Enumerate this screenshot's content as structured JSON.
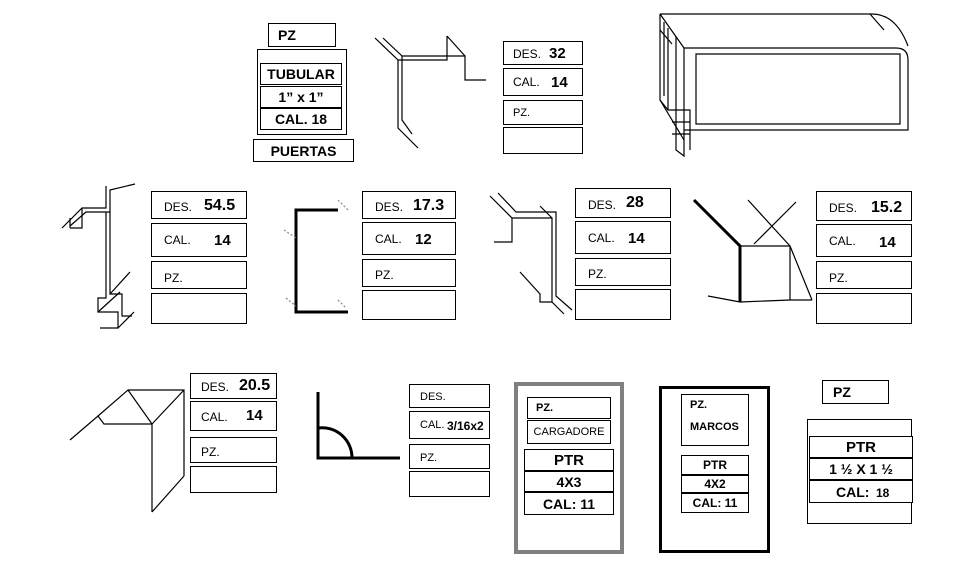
{
  "tubular_card": {
    "pz": "PZ",
    "line1": "TUBULAR",
    "line2": "1” x 1”",
    "line3": "CAL. 18",
    "footer": "PUERTAS"
  },
  "profiles": [
    {
      "id": "p1",
      "des_label": "DES.",
      "des_value": "32",
      "cal_label": "CAL.",
      "cal_value": "14",
      "pz_label": "PZ."
    },
    {
      "id": "p2",
      "des_label": "DES.",
      "des_value": "54.5",
      "cal_label": "CAL.",
      "cal_value": "14",
      "pz_label": "PZ."
    },
    {
      "id": "p3",
      "des_label": "DES.",
      "des_value": "17.3",
      "cal_label": "CAL.",
      "cal_value": "12",
      "pz_label": "PZ."
    },
    {
      "id": "p4",
      "des_label": "DES.",
      "des_value": "28",
      "cal_label": "CAL.",
      "cal_value": "14",
      "pz_label": "PZ."
    },
    {
      "id": "p5",
      "des_label": "DES.",
      "des_value": "15.2",
      "cal_label": "CAL.",
      "cal_value": "14",
      "pz_label": "PZ."
    },
    {
      "id": "p6",
      "des_label": "DES.",
      "des_value": "20.5",
      "cal_label": "CAL.",
      "cal_value": "14",
      "pz_label": "PZ."
    },
    {
      "id": "p7",
      "des_label": "DES.",
      "des_value": "",
      "cal_label": "CAL.",
      "cal_value": "3/16x2",
      "pz_label": "PZ."
    }
  ],
  "cargador_card": {
    "pz_label": "PZ.",
    "name": "CARGADORE",
    "line1": "PTR",
    "line2": "4X3",
    "line3": "CAL: 11",
    "border_color": "#808080"
  },
  "marcos_card": {
    "pz_label": "PZ.",
    "name": "MARCOS",
    "line1": "PTR",
    "line2": "4X2",
    "line3": "CAL: 11"
  },
  "ptr_card": {
    "pz": "PZ",
    "line1": "PTR",
    "line2": "1 ½ X 1 ½",
    "line3_label": "CAL:",
    "line3_value": "18"
  }
}
